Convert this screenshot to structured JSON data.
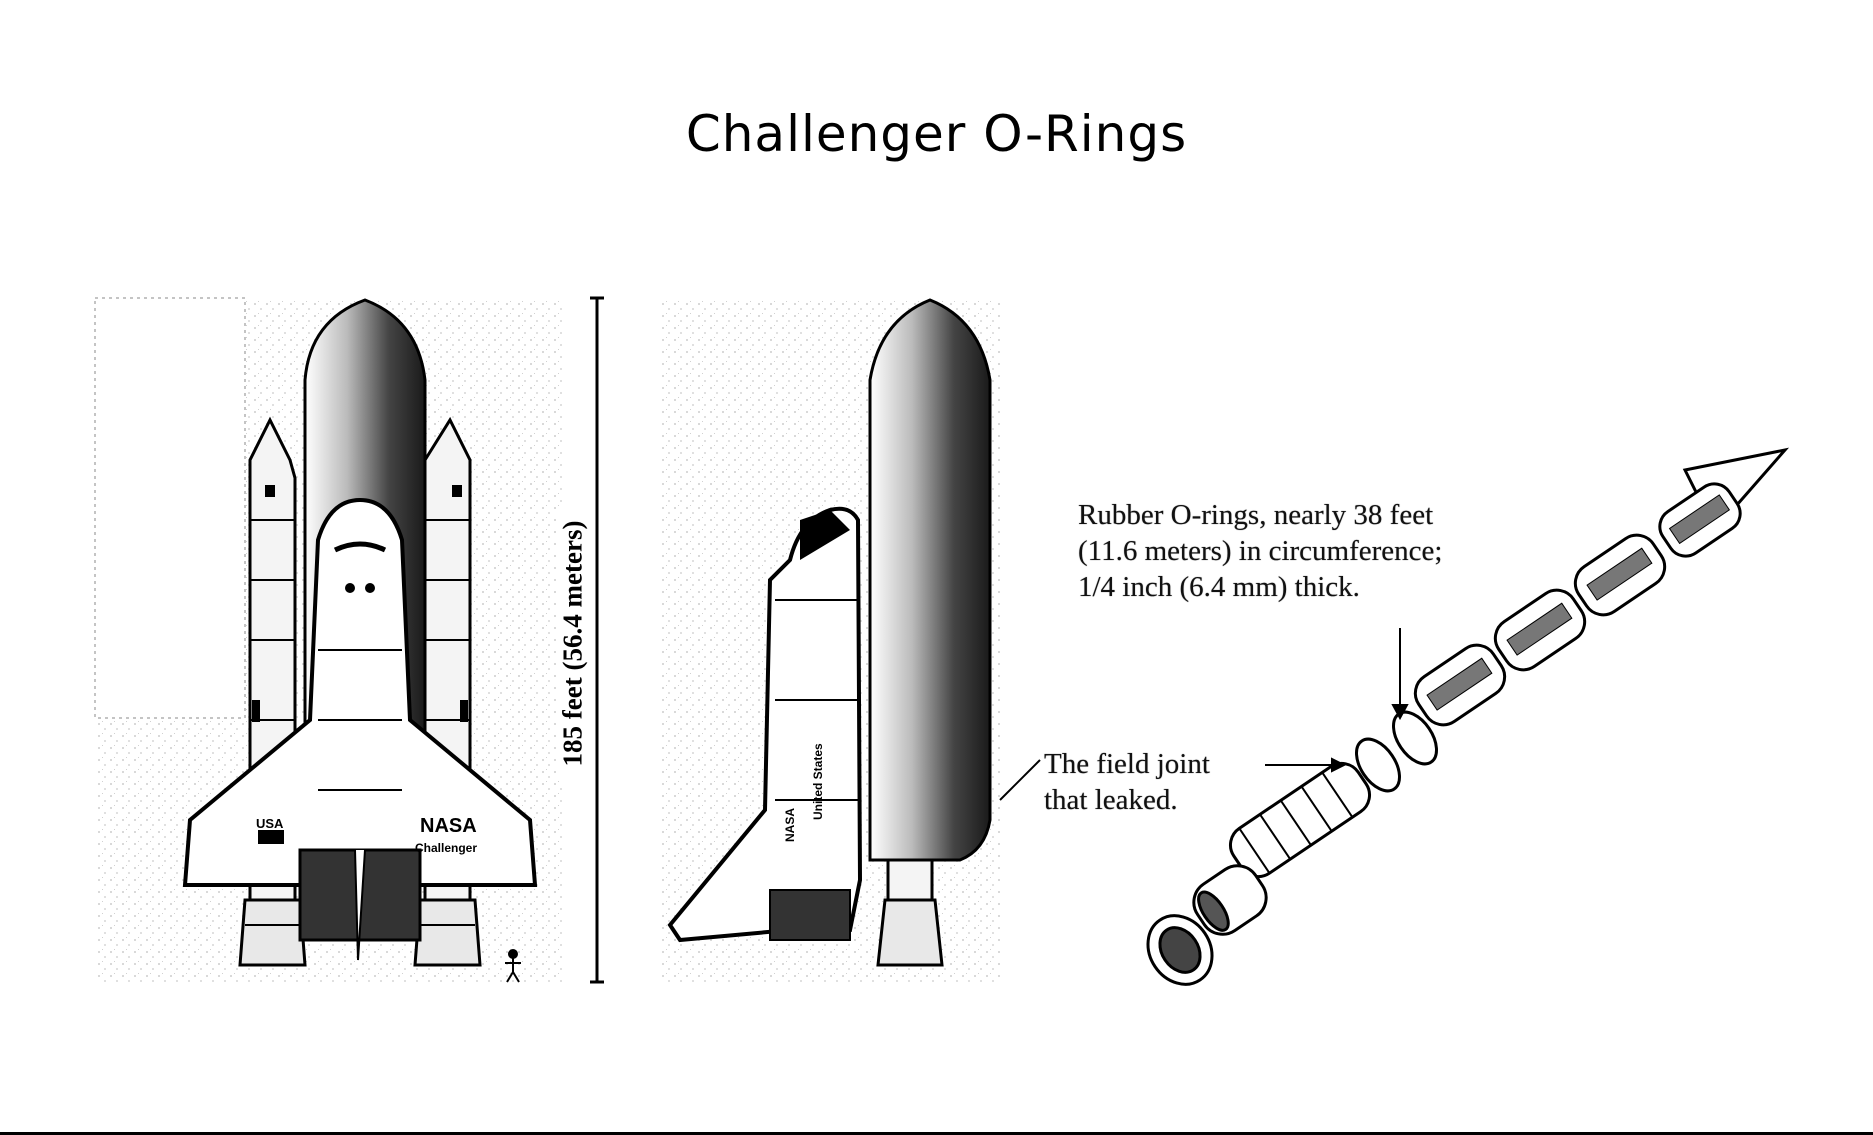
{
  "title": "Challenger O-Rings",
  "labels": {
    "height": "185 feet (56.4 meters)",
    "orings_line1": "Rubber O-rings, nearly 38 feet",
    "orings_line2": "(11.6 meters) in circumference;",
    "orings_line3": "1/4 inch (6.4 mm) thick.",
    "joint_line1": "The field joint",
    "joint_line2": "that leaked.",
    "nasa": "NASA",
    "orbiter_name": "Challenger",
    "usa": "USA",
    "side_nasa": "NASA",
    "side_united_states": "United States"
  },
  "colors": {
    "ink": "#000000",
    "speckle_gray": "#c8c8c8",
    "tank_dark": "#3a3a3a"
  }
}
